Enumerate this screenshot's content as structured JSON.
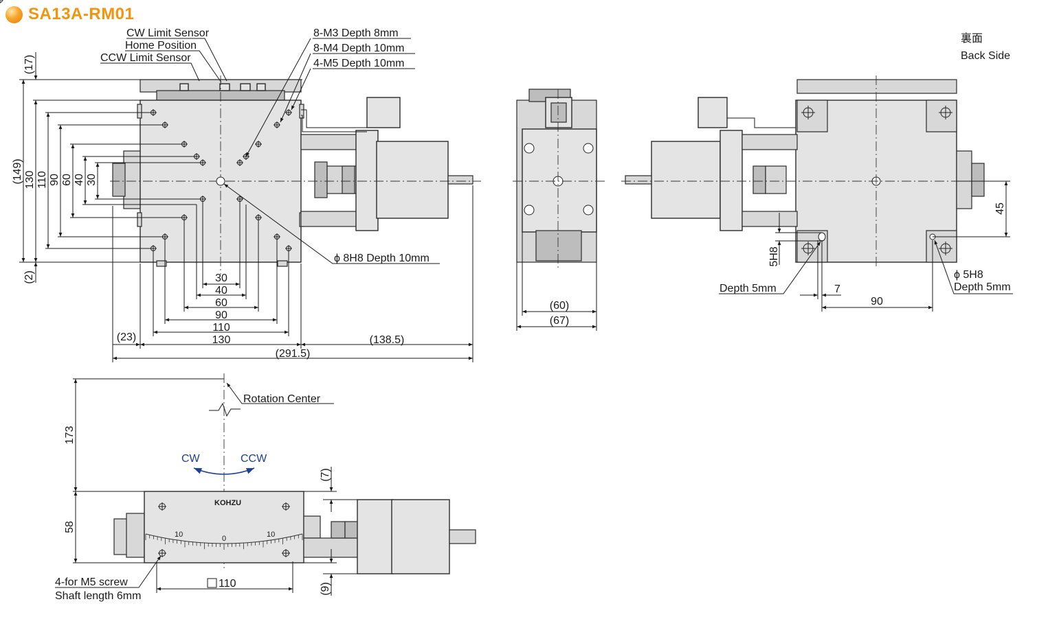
{
  "title": "SA13A-RM01",
  "back_side": {
    "jp": "裏面",
    "en": "Back Side"
  },
  "callouts": {
    "cw_limit_sensor": "CW Limit Sensor",
    "home_position": "Home Position",
    "ccw_limit_sensor": "CCW Limit Sensor",
    "m3": "8-M3 Depth 8mm",
    "m4": "8-M4 Depth 10mm",
    "m5": "4-M5 Depth 10mm",
    "phi8": "ϕ 8H8 Depth 10mm",
    "rotation_center": "Rotation Center",
    "cw": "CW",
    "ccw": "CCW",
    "m5_screw": "4-for M5 screw",
    "shaft_length": "Shaft length 6mm",
    "depth5_left": "Depth 5mm",
    "phi5": "ϕ 5H8",
    "depth5_right": "Depth 5mm",
    "brand": "KOHZU"
  },
  "dims": {
    "v17": "(17)",
    "v149": "(149)",
    "v130": "130",
    "v110": "110",
    "v90": "90",
    "v60": "60",
    "v40": "40",
    "v30": "30",
    "v2": "(2)",
    "h30": "30",
    "h40": "40",
    "h60": "60",
    "h90": "90",
    "h110": "110",
    "h130": "130",
    "h23": "(23)",
    "h138": "(138.5)",
    "h291": "(291.5)",
    "s60": "(60)",
    "s67": "(67)",
    "b45": "45",
    "b5h8": "5H8",
    "b7": "7",
    "b90": "90",
    "r173": "173",
    "r58": "58",
    "r7": "(7)",
    "r9": "(9)",
    "r110": "110"
  },
  "scale": {
    "left": "10",
    "center": "0",
    "right": "10"
  }
}
